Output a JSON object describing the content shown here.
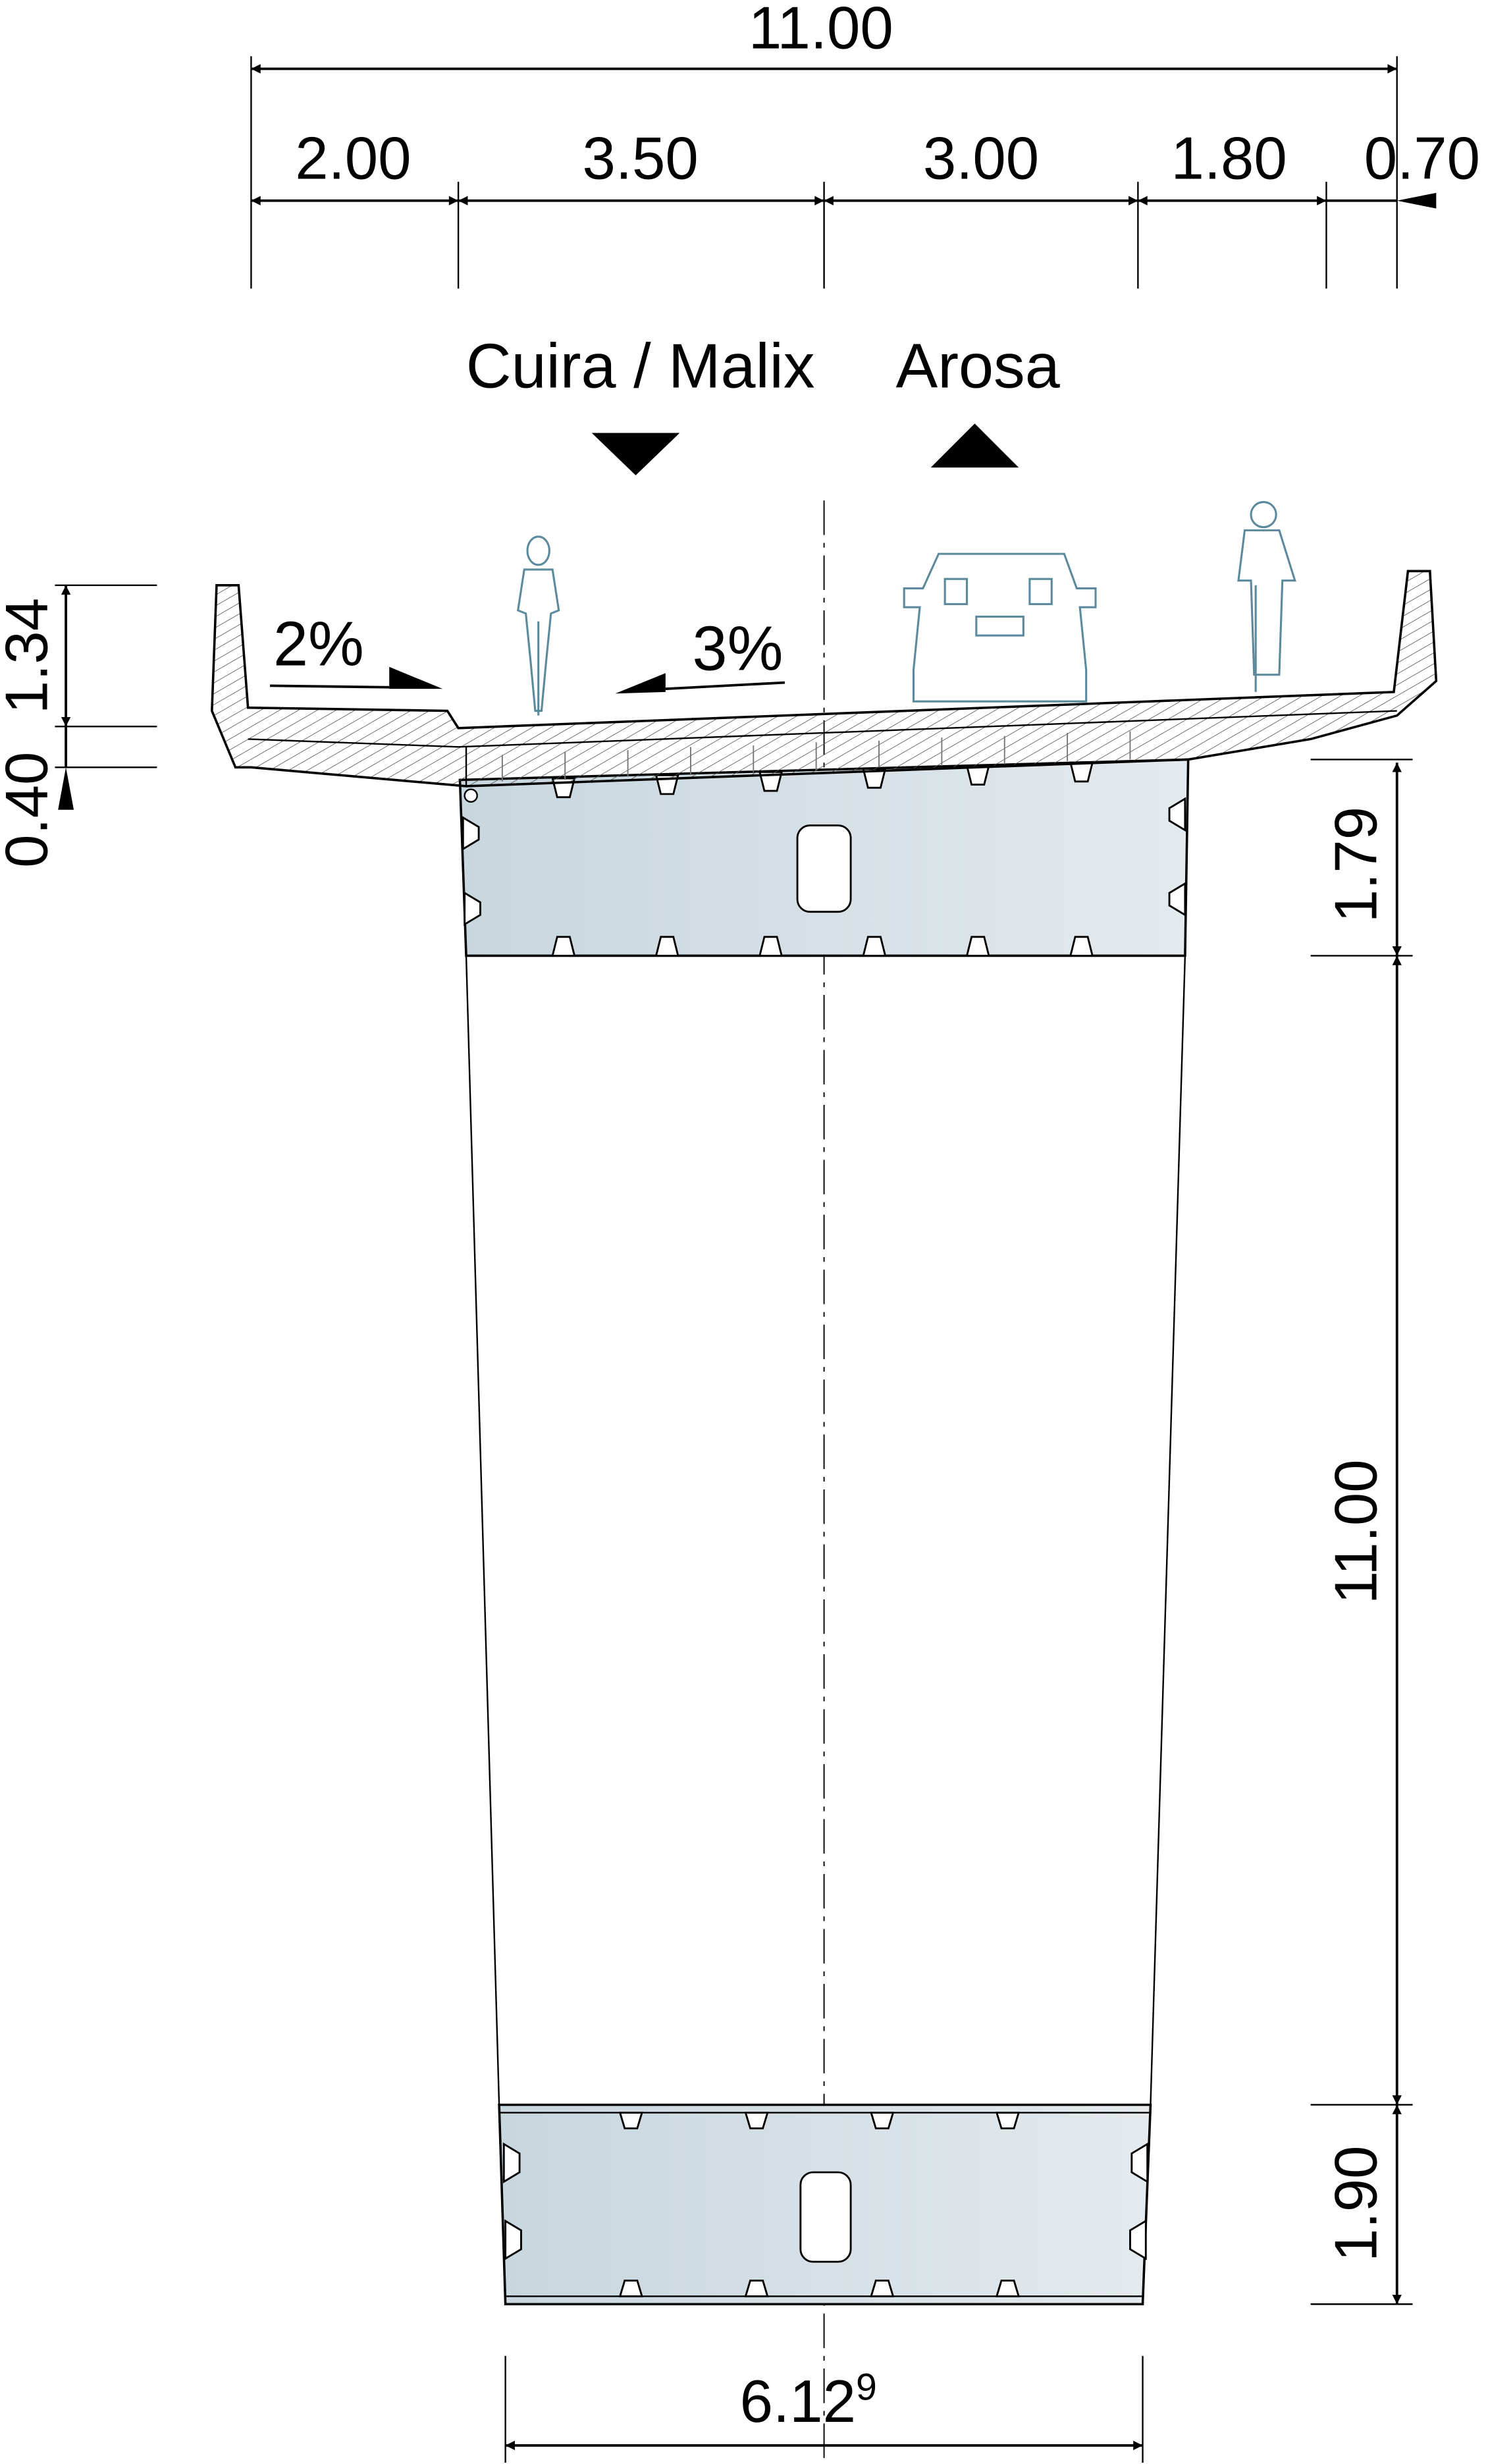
{
  "top_dimensions": {
    "total": "11.00",
    "segments": [
      "2.00",
      "3.50",
      "3.00",
      "1.80",
      "0.70"
    ]
  },
  "directions": {
    "left": "Cuira / Malix",
    "right": "Arosa"
  },
  "slopes": {
    "left": "2%",
    "right": "3%"
  },
  "left_dimensions": {
    "upper": "1.34",
    "lower": "0.40"
  },
  "right_dimensions": {
    "upper_box": "1.79",
    "pier": "11.00",
    "lower_box": "1.90"
  },
  "bottom_dimension": {
    "value": "6.12",
    "superscript": "9"
  },
  "colors": {
    "box_light": "#e4eaee",
    "box_dark": "#c8d6de",
    "figures": "#5b8a9c"
  }
}
